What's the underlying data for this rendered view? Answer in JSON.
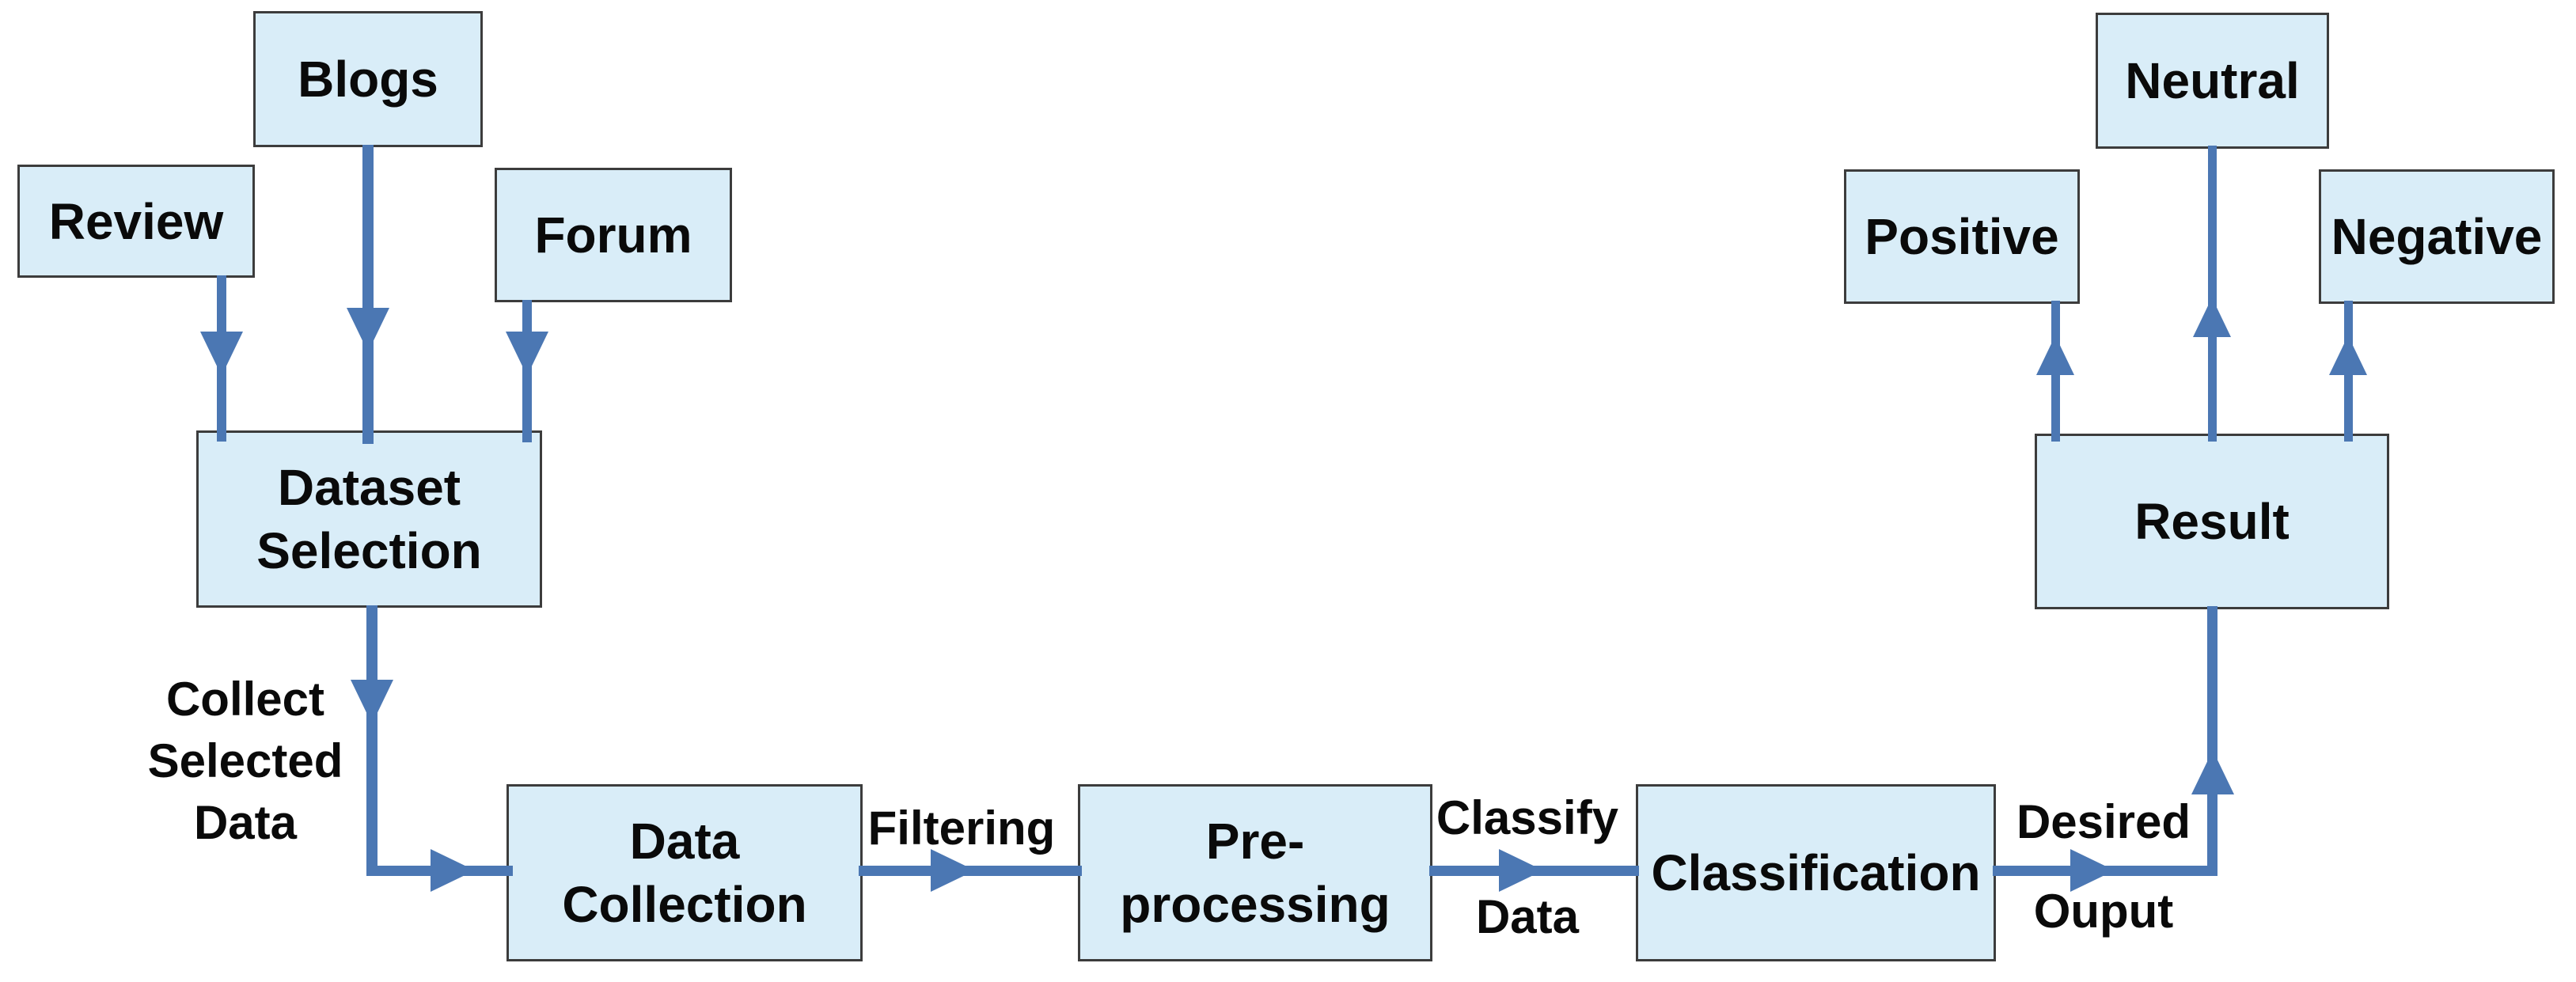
{
  "diagram_type": "flowchart",
  "colors": {
    "background": "#ffffff",
    "node_fill": "#d9edf8",
    "node_border": "#3c3c3c",
    "arrow": "#4b77b3",
    "text": "#0a0a0a"
  },
  "nodes": {
    "blogs": {
      "label": "Blogs"
    },
    "review": {
      "label": "Review"
    },
    "forum": {
      "label": "Forum"
    },
    "dataset_selection": {
      "label": "Dataset\nSelection"
    },
    "data_collection": {
      "label": "Data\nCollection"
    },
    "preprocessing": {
      "label": "Pre-\nprocessing"
    },
    "classification": {
      "label": "Classification"
    },
    "result": {
      "label": "Result"
    },
    "positive": {
      "label": "Positive"
    },
    "neutral": {
      "label": "Neutral"
    },
    "negative": {
      "label": "Negative"
    }
  },
  "edge_labels": {
    "collect": "Collect\nSelected\nData",
    "filtering": "Filtering",
    "classify": {
      "top": "Classify",
      "bottom": "Data"
    },
    "desired": {
      "top": "Desired",
      "bottom": "Ouput"
    }
  },
  "edges": [
    {
      "from": "blogs",
      "to": "dataset_selection",
      "label": ""
    },
    {
      "from": "review",
      "to": "dataset_selection",
      "label": ""
    },
    {
      "from": "forum",
      "to": "dataset_selection",
      "label": ""
    },
    {
      "from": "dataset_selection",
      "to": "data_collection",
      "label": "Collect Selected Data"
    },
    {
      "from": "data_collection",
      "to": "preprocessing",
      "label": "Filtering"
    },
    {
      "from": "preprocessing",
      "to": "classification",
      "label": "Classify Data"
    },
    {
      "from": "classification",
      "to": "result",
      "label": "Desired Ouput"
    },
    {
      "from": "result",
      "to": "positive",
      "label": ""
    },
    {
      "from": "result",
      "to": "neutral",
      "label": ""
    },
    {
      "from": "result",
      "to": "negative",
      "label": ""
    }
  ]
}
